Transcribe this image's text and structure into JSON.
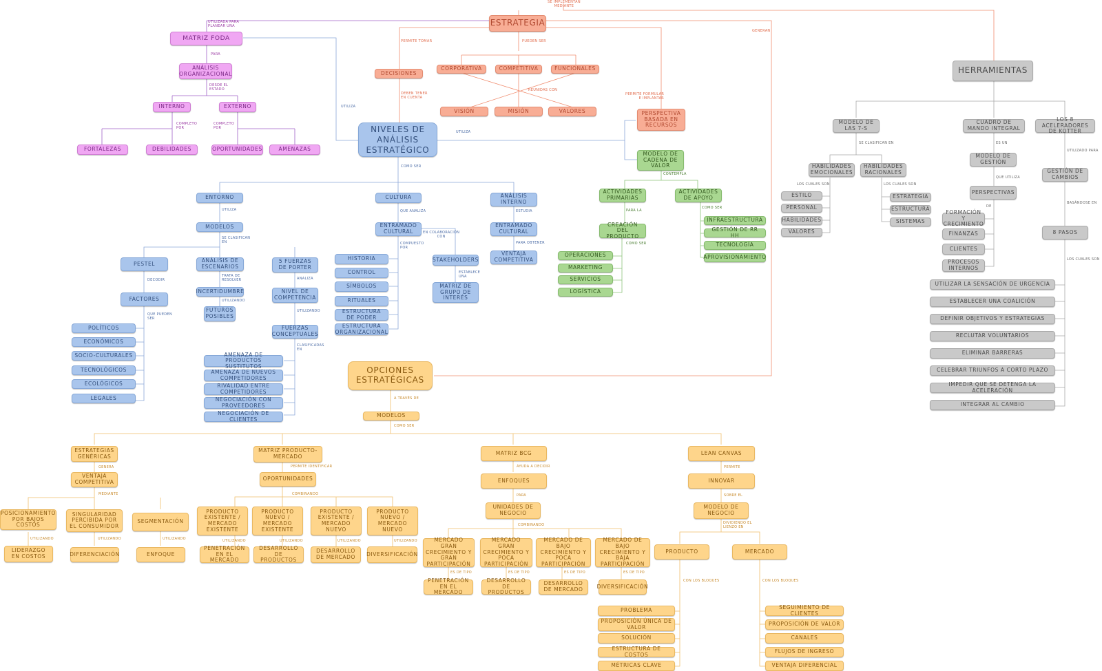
{
  "nodes": {
    "estrategia": "ESTRATEGIA",
    "matriz_foda": "MATRIZ FODA",
    "analisis_organizacional": "ANÁLISIS ORGANIZACIONAL",
    "interno_foda": "INTERNO",
    "externo_foda": "EXTERNO",
    "fortalezas": "FORTALEZAS",
    "debilidades": "DEBILIDADES",
    "oportunidades_foda": "OPORTUNIDADES",
    "amenazas": "AMENAZAS",
    "decisiones": "DECISIONES",
    "corporativa": "CORPORATIVA",
    "competitiva": "COMPETITIVA",
    "funcionales": "FUNCIONALES",
    "vision": "VISIÓN",
    "mision": "MISIÓN",
    "valores_top": "VALORES",
    "perspectiva_recursos": "PERSPECTIVA BASADA EN RECURSOS",
    "niveles": "NIVELES DE ANÁLISIS ESTRATÉGICO",
    "cadena_valor": "MODELO DE CADENA DE VALOR",
    "actividades_primarias": "ACTIVIDADES PRIMARIAS",
    "actividades_apoyo": "ACTIVIDADES DE APOYO",
    "creacion_producto": "CREACIÓN DEL PRODUCTO",
    "operaciones": "OPERACIONES",
    "marketing": "MARKETING",
    "servicios": "SERVICIOS",
    "logistica": "LOGÍSTICA",
    "infraestructura": "INFRAESTRUCTURA",
    "gestion_rrhh": "GESTIÓN DE RR HH",
    "tecnologia": "TECNOLOGÍA",
    "aprovisionamiento": "APROVISIONAMIENTO",
    "entorno": "ENTORNO",
    "modelos_entorno": "MODELOS",
    "pestel": "PESTEL",
    "factores": "FACTORES",
    "politicos": "POLÍTICOS",
    "economicos": "ECONÓMICOS",
    "socioculturales": "SOCIO-CULTURALES",
    "tecnologicos": "TECNOLÓGICOS",
    "ecologicos": "ECOLÓGICOS",
    "legales": "LEGALES",
    "analisis_escenarios": "ANÁLISIS DE ESCENARIOS",
    "incertidumbre": "INCERTIDUMBRE",
    "futuros_posibles": "FUTUROS POSIBLES",
    "porter": "5 FUERZAS DE PORTER",
    "nivel_competencia": "NIVEL DE COMPETENCIA",
    "fuerzas_conceptuales": "FUERZAS CONCEPTUALES",
    "amenaza_sustitutos": "AMENAZA DE PRODUCTOS SUSTITUTOS",
    "amenaza_competidores": "AMENAZA DE NUEVOS COMPETIDORES",
    "rivalidad": "RIVALIDAD ENTRE COMPETIDORES",
    "negociacion_proveedores": "NEGOCIACIÓN CON PROVEEDORES",
    "negociacion_clientes": "NEGOCIACIÓN DE CLIENTES",
    "cultura": "CULTURA",
    "entramado_cultural_1": "ENTRAMADO CULTURAL",
    "historia": "HISTORIA",
    "control": "CONTROL",
    "simbolos": "SÍMBOLOS",
    "rituales": "RITUALES",
    "estructura_poder": "ESTRUCTURA DE PODER",
    "estructura_organizacional": "ESTRUCTURA ORGANIZACIONAL",
    "stakeholders": "STAKEHOLDERS",
    "matriz_grupo_interes": "MATRIZ DE GRUPO DE INTERÉS",
    "analisis_interno": "ANÁLISIS INTERNO",
    "entramado_cultural_2": "ENTRAMADO CULTURAL",
    "ventaja_competitiva_azul": "VENTAJA COMPETITIVA",
    "herramientas": "HERRAMIENTAS",
    "modelo_7s": "MODELO DE LAS 7-S",
    "habilidades_emocionales": "HABILIDADES EMOCIONALES",
    "habilidades_racionales": "HABILIDADES RACIONALES",
    "estilo": "ESTILO",
    "personal": "PERSONAL",
    "habilidades": "HABILIDADES",
    "valores_7s": "VALORES",
    "estrategia_7s": "ESTRATEGIA",
    "estructura_7s": "ESTRUCTURA",
    "sistemas": "SISTEMAS",
    "cuadro_mando": "CUADRO DE MANDO INTEGRAL",
    "modelo_gestion": "MODELO DE GESTIÓN",
    "perspectivas": "PERSPECTIVAS",
    "formacion": "FORMACIÓN Y CRECIMIENTO",
    "finanzas": "FINANZAS",
    "clientes": "CLIENTES",
    "procesos_internos": "PROCESOS INTERNOS",
    "aceleradores": "LOS 8 ACELERADORES DE KOTTER",
    "gestion_cambios": "GESTIÓN DE CAMBIOS",
    "ocho_pasos": "8 PASOS",
    "paso1": "UTILIZAR LA SENSACIÓN DE URGENCIA",
    "paso2": "ESTABLECER UNA COALICIÓN",
    "paso3": "DEFINIR OBJETIVOS Y ESTRATEGIAS",
    "paso4": "RECLUTAR VOLUNTARIOS",
    "paso5": "ELIMINAR BARRERAS",
    "paso6": "CELEBRAR TRIUNFOS A CORTO PLAZO",
    "paso7": "IMPEDIR QUE SE DETENGA LA ACELERACIÓN",
    "paso8": "INTEGRAR AL CAMBIO",
    "opciones": "OPCIONES ESTRATÉGICAS",
    "modelos_opciones": "MODELOS",
    "estrategias_genericas": "ESTRATEGIAS GENÉRICAS",
    "ventaja_competitiva_org": "VENTAJA COMPETITIVA",
    "posicionamiento": "POSICIONAMIENTO POR BAJOS COSTOS",
    "singularidad": "SINGULARIDAD PERCIBIDA POR EL CONSUMIDOR",
    "segmentacion": "SEGMENTACIÓN",
    "liderazgo": "LIDERAZGO EN COSTOS",
    "diferenciacion": "DIFERENCIACIÓN",
    "enfoque": "ENFOQUE",
    "matriz_producto": "MATRIZ PRODUCTO-MERCADO",
    "oportunidades_org": "OPORTUNIDADES",
    "pm1": "PRODUCTO EXISTENTE / MERCADO EXISTENTE",
    "pm2": "PRODUCTO NUEVO / MERCADO EXISTENTE",
    "pm3": "PRODUCTO EXISTENTE / MERCADO NUEVO",
    "pm4": "PRODUCTO NUEVO / MERCADO NUEVO",
    "pm1r": "PENETRACIÓN EN EL MERCADO",
    "pm2r": "DESARROLLO DE PRODUCTOS",
    "pm3r": "DESARROLLO DE MERCADO",
    "pm4r": "DIVERSIFICACIÓN",
    "matriz_bcg": "MATRIZ BCG",
    "enfoques": "ENFOQUES",
    "unidades_negocio": "UNIDADES DE NEGOCIO",
    "bcg1": "MERCADO GRAN CRECIMIENTO Y GRAN PARTICIPACIÓN",
    "bcg2": "MERCADO GRAN CRECIMIENTO Y POCA PARTICIPACIÓN",
    "bcg3": "MERCADO DE BAJO CRECIMIENTO Y POCA PARTICIPACIÓN",
    "bcg4": "MERCADO DE BAJO CRECIMIENTO Y BAJA PARTICIPACIÓN",
    "bcg1r": "PENETRACIÓN EN EL MERCADO",
    "bcg2r": "DESARROLLO DE PRODUCTOS",
    "bcg3r": "DESARROLLO DE MERCADO",
    "bcg4r": "DIVERSIFICACIÓN",
    "lean_canvas": "LEAN CANVAS",
    "innovar": "INNOVAR",
    "modelo_negocio": "MODELO DE NEGOCIO",
    "producto": "PRODUCTO",
    "mercado": "MERCADO",
    "problema": "PROBLEMA",
    "propuesta_unica": "PROPOSICIÓN ÚNICA DE VALOR",
    "solucion": "SOLUCIÓN",
    "estructura_costos": "ESTRUCTURA DE COSTOS",
    "metricas": "MÉTRICAS CLAVE",
    "seguimiento": "SEGUIMIENTO DE CLIENTES",
    "proposicion_valor": "PROPOSICIÓN DE VALOR",
    "canales": "CANALES",
    "flujos": "FLUJOS DE INGRESO",
    "ventaja_diferencial": "VENTAJA DIFERENCIAL"
  },
  "labels": {
    "se_implementan": "SE IMPLEMENTAN\nMEDIANTE",
    "utilizada_para": "UTILIZADA PARA\nPLANEAR UNA",
    "para_foda": "PARA",
    "desde_el_estado": "DESDE EL\nESTADO",
    "completo_por_1": "COMPLETO\nPOR",
    "completo_por_2": "COMPLETO\nPOR",
    "permite_tomar": "PERMITE TOMAR",
    "pueden_ser": "PUEDEN SER",
    "generan": "GENERAN",
    "deben_tener": "DEBEN TENER\nEN CUENTA",
    "reunidas_con": "REUNIDAS CON",
    "permite_formular": "PERMITE FORMULAR\nE IMPLANTAR",
    "utiliza_left": "UTILIZA",
    "utiliza_right": "UTILIZA",
    "como_ser": "COMO SER",
    "contempla": "CONTEMPLA",
    "para_la": "PARA LA",
    "como_ser_crea": "COMO SER",
    "como_ser_apoyo": "COMO SER",
    "utiliza_entorno": "UTILIZA",
    "se_clasifican": "SE CLASIFICAN\nEN",
    "decodir": "DECODIR",
    "que_pueden_ser": "QUE PUEDEN\nSER",
    "trata_de": "TRATA DE\nRESOLVER",
    "utilizando_esc": "UTILIZANDO",
    "analiza": "ANALIZA",
    "utilizando_porter": "UTILIZANDO",
    "clasificadas_en": "CLASIFICADAS\nEN",
    "que_analiza": "QUE ANALIZA",
    "en_colaboracion": "EN COLABORACIÓN\nCON",
    "compuesto_por": "COMPUESTO\nPOR",
    "establece_una": "ESTABLECE\nUNA",
    "estudia": "ESTUDIA",
    "para_obtener": "PARA OBTENER",
    "se_clasifican_7s": "SE CLASIFICAN EN",
    "los_cuales_son_1": "LOS CUALES SON",
    "los_cuales_son_2": "LOS CUALES SON",
    "es_un": "ES UN",
    "que_utiliza": "QUE UTILIZA",
    "de": "DE",
    "utilizado_para": "UTILIZADO PARA",
    "basandose_en": "BASÁNDOSE EN",
    "los_cuales_son_3": "LOS CUALES SON",
    "a_traves_de": "A TRAVÉS DE",
    "como_ser_op": "COMO SER",
    "genera": "GENERA",
    "mediante": "MEDIANTE",
    "utilizando_g1": "UTILIZANDO",
    "utilizando_g2": "UTILIZANDO",
    "utilizando_g3": "UTILIZANDO",
    "permite_identificar": "PERMITE IDENTIFICAR",
    "combinando_pm": "COMBINANDO",
    "utilizando_pm1": "UTILIZANDO",
    "utilizando_pm2": "UTILIZANDO",
    "utilizando_pm3": "UTILIZANDO",
    "utilizando_pm4": "UTILIZANDO",
    "ayuda_a_decidir": "AYUDA A DECIDIR",
    "para_bcg": "PARA",
    "combinando_bcg": "COMBINANDO",
    "es_de_tipo_1": "ES DE TIPO",
    "es_de_tipo_2": "ES DE TIPO",
    "es_de_tipo_3": "ES DE TIPO",
    "es_de_tipo_4": "ES DE TIPO",
    "permite_lean": "PERMITE",
    "sobre_el": "SOBRE EL",
    "dividiendo_el": "DIVIDIENDO EL\nLIENZO EN",
    "con_los_bloques_1": "CON LOS BLOQUES",
    "con_los_bloques_2": "CON LOS BLOQUES"
  },
  "colors": {
    "red_line": "#f08c6e",
    "violet_line": "#a060c8",
    "blue_line": "#8aa6d8",
    "green_line": "#8cc47a",
    "orange_line": "#f0be6a",
    "gray_line": "#a8a8a8"
  }
}
